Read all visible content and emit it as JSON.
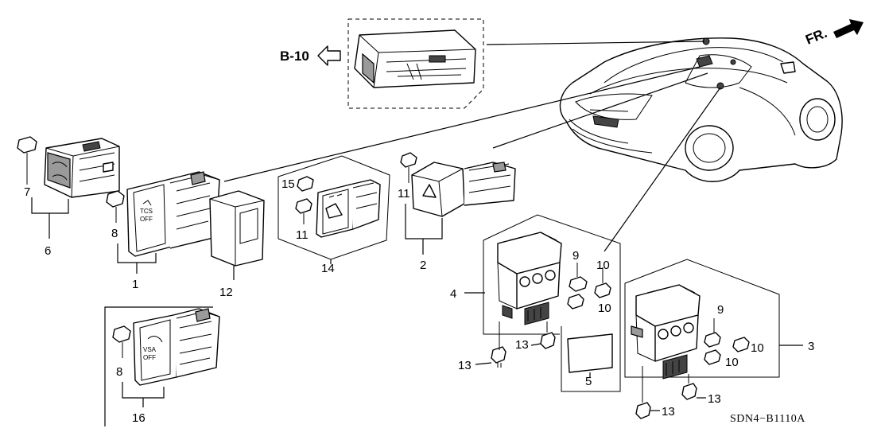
{
  "diagram": {
    "diagram_code": "SDN4−B1110A",
    "ref_label": "B-10",
    "direction_label": "FR.",
    "switch_text": {
      "tcs_line1": "TCS",
      "tcs_line2": "OFF",
      "vsa_line1": "VSA",
      "vsa_line2": "OFF"
    },
    "callouts": {
      "p1": "1",
      "p2": "2",
      "p3": "3",
      "p4": "4",
      "p5": "5",
      "p6": "6",
      "p7": "7",
      "p8a": "8",
      "p8b": "8",
      "p9a": "9",
      "p9b": "9",
      "p10a": "10",
      "p10b": "10",
      "p10c": "10",
      "p10d": "10",
      "p11a": "11",
      "p11b": "11",
      "p12": "12",
      "p13a": "13",
      "p13b": "13",
      "p13c": "13",
      "p13d": "13",
      "p14": "14",
      "p15": "15",
      "p16": "16"
    }
  }
}
